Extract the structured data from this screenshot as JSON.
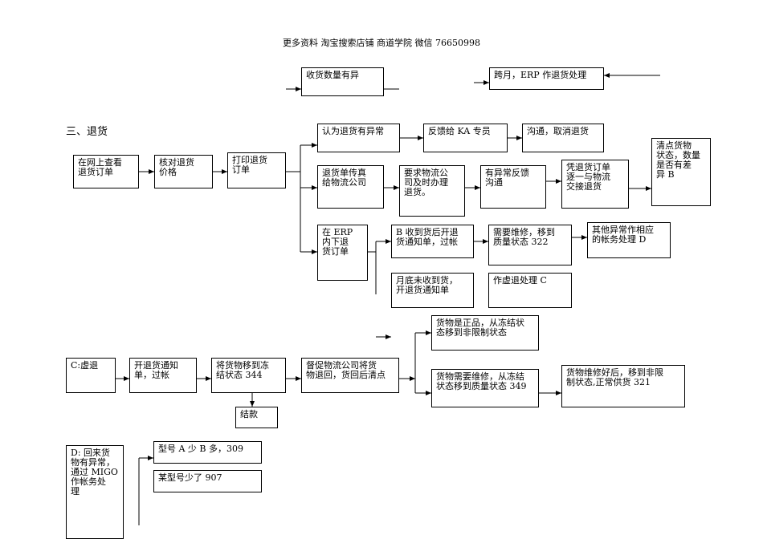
{
  "header": {
    "text": "更多资料 淘宝搜索店铺 商道学院    微信 76650998"
  },
  "section": {
    "title": "三、退货"
  },
  "boxes": {
    "qty_diff": "收货数量有异",
    "cross_month": "跨月，ERP 作退货处理",
    "check_online": "在网上查看\n退货订单",
    "verify_price": "核对退货\n价格",
    "print_return": "打印退货\n订单",
    "abnormal": "认为退货有异常",
    "feedback_ka": "反馈给 KA 专员",
    "cancel_return": "沟通，取消退货",
    "fax_logistics": "退货单传真\n给物流公司",
    "ask_logistics": "要求物流公\n司及时办理\n退货。",
    "abnormal_feedback": "有异常反馈\n沟通",
    "voucher_handover": "凭退货订单\n逐一与物流\n交接退货",
    "count_goods": "清点货物\n状态，数量\n是否有差\n异 B",
    "erp_order": "在   ERP\n内下退\n货订单",
    "b_receive": "B 收到货后开退\n货通知单，过帐",
    "repair_322": "需要维修，移到\n质量状态 322",
    "other_abnormal_d": "其他异常作相应\n的帐务处理 D",
    "month_end": "月底未收到货，\n开退货通知单",
    "virtual_c": "作虚退处理 C",
    "c_virtual": "C:虚退",
    "open_notice": "开退货通知\n单，过帐",
    "move_344": "将货物移到冻\n结状态 344",
    "urge_logistics": "督促物流公司将货\n物退回，货回后清点",
    "genuine": "货物是正品，从冻结状\n态移到非限制状态",
    "need_repair_349": "货物需要维修，从冻结\n状态移到质量状态 349",
    "repaired_321": "货物维修好后，移到非限\n制状态,正常供货 321",
    "settle": "结款",
    "d_abnormal": "D: 回来货\n物有异常，\n通过 MIGO\n作帐务处\n理",
    "model_ab": "型号 A 少 B 多，309",
    "model_less": "某型号少了 907"
  }
}
